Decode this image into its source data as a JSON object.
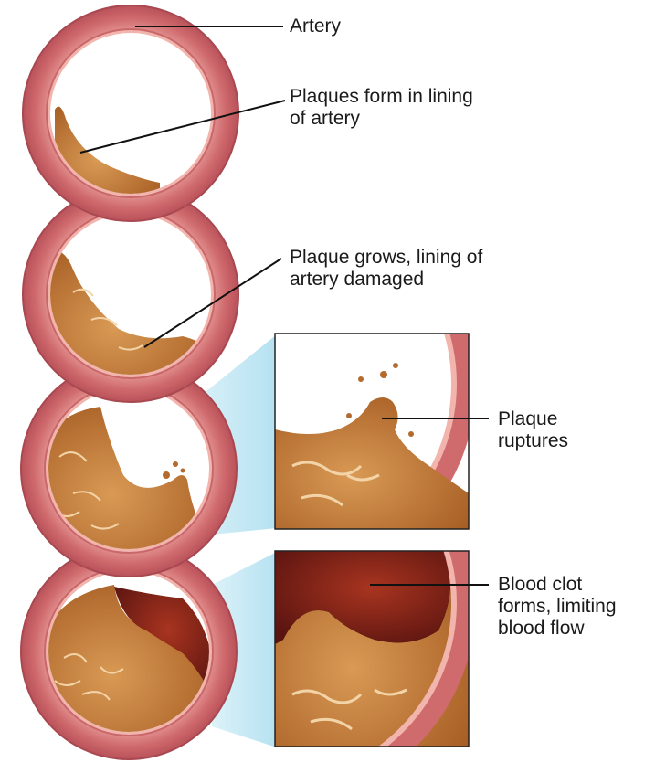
{
  "labels": {
    "artery": "Artery",
    "stage1_line1": "Plaques form in lining",
    "stage1_line2": "of artery",
    "stage2_line1": "Plaque grows, lining of",
    "stage2_line2": "artery damaged",
    "stage3_line1": "Plaque",
    "stage3_line2": "ruptures",
    "stage4_line1": "Blood clot",
    "stage4_line2": "forms, limiting",
    "stage4_line3": "blood flow"
  },
  "colors": {
    "artery_wall": "#cf6a6d",
    "wall_highlight": "#e79a99",
    "plaque": "#b56a2d",
    "plaque_light": "#d99a55",
    "clot": "#7a1c14",
    "zoom_beam": "#bfe6f3",
    "lumen": "#ffffff"
  }
}
